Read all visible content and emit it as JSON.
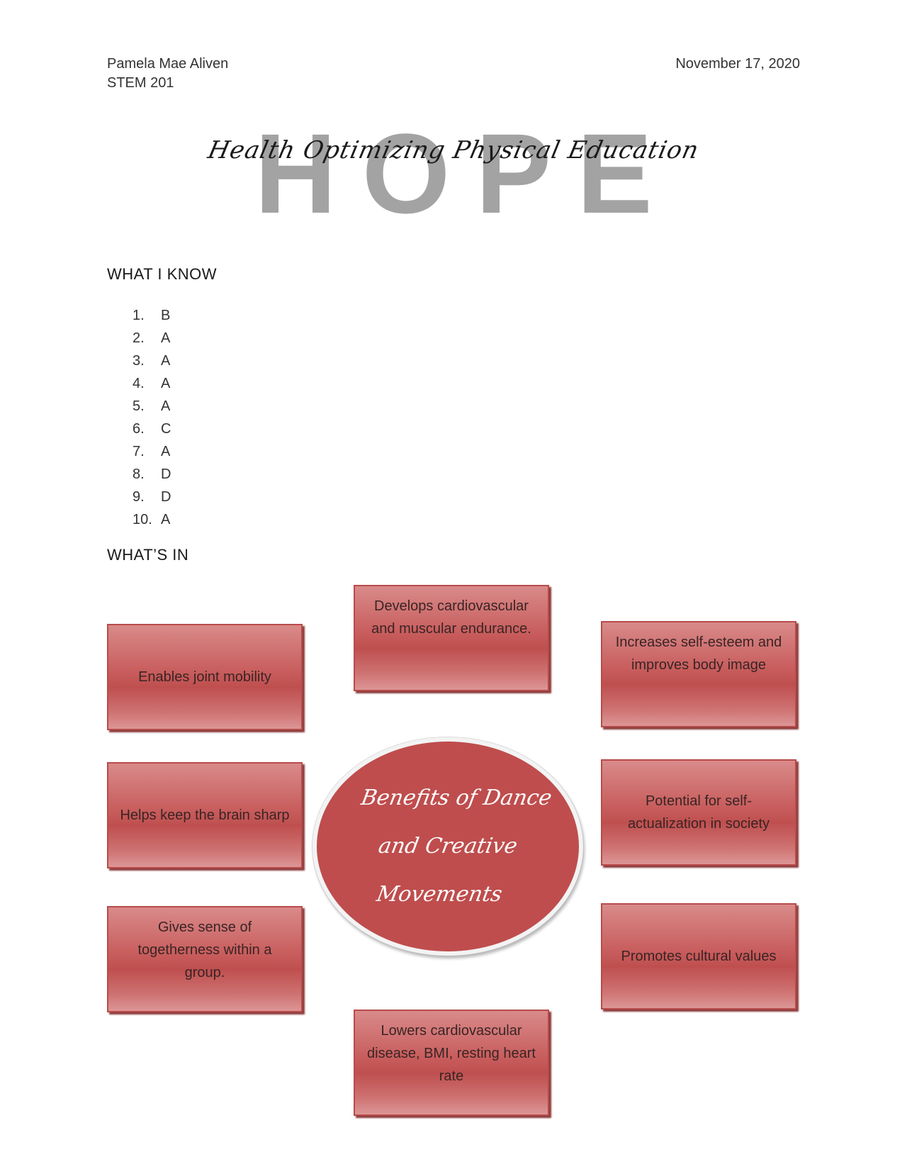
{
  "header": {
    "name": "Pamela Mae Aliven",
    "section": "STEM 201",
    "date": "November 17, 2020"
  },
  "title": {
    "big": "HOPE",
    "script": "Health Optimizing Physical Education"
  },
  "what_i_know": {
    "heading": "WHAT I KNOW",
    "answers": [
      {
        "num": "1.",
        "answer": "B"
      },
      {
        "num": "2.",
        "answer": "A"
      },
      {
        "num": "3.",
        "answer": "A"
      },
      {
        "num": "4.",
        "answer": "A"
      },
      {
        "num": "5.",
        "answer": "A"
      },
      {
        "num": "6.",
        "answer": "C"
      },
      {
        "num": "7.",
        "answer": "A"
      },
      {
        "num": "8.",
        "answer": "D"
      },
      {
        "num": "9.",
        "answer": "D"
      },
      {
        "num": "10.",
        "answer": "A"
      }
    ]
  },
  "whats_in": {
    "heading": "WHAT’S IN",
    "center": {
      "line1": "Benefits of Dance",
      "line2": "and Creative",
      "line3": "Movements"
    },
    "benefits": {
      "top_center": "Develops cardiovascular and muscular endurance.",
      "upper_left": "Enables joint mobility",
      "upper_right": "Increases self-esteem and improves body image",
      "middle_left": "Helps keep the brain sharp",
      "middle_right": "Potential for self-actualization in society",
      "lower_left": "Gives sense of togetherness within a group.",
      "lower_right": "Promotes cultural values",
      "bottom_center": "Lowers cardiovascular disease, BMI, resting heart rate"
    }
  },
  "colors": {
    "box_red": "#c85d5d",
    "ellipse_red": "#bf4d4d",
    "title_gray": "#a3a3a3"
  }
}
